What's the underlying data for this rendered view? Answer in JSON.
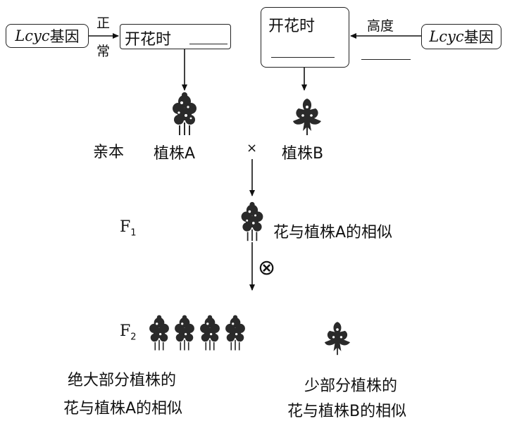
{
  "top_left": {
    "gene_label_italic": "Lcyc",
    "gene_label_suffix": "基因",
    "arrow_label_1": "正",
    "arrow_label_2": "常",
    "flower_box": "开花时"
  },
  "top_right": {
    "gene_label_italic": "Lcyc",
    "gene_label_suffix": "基因",
    "arrow_label": "高度",
    "flower_box": "开花时"
  },
  "parents": {
    "label": "亲本",
    "plant_a": "植株A",
    "cross_symbol": "×",
    "plant_b": "植株B"
  },
  "f1": {
    "label_main": "F",
    "label_sub": "1",
    "description": "花与植株A的相似",
    "selfing_symbol": "⊗"
  },
  "f2": {
    "label_main": "F",
    "label_sub": "2",
    "majority_line1": "绝大部分植株的",
    "majority_line2": "花与植株A的相似",
    "minority_line1": "少部分植株的",
    "minority_line2": "花与植株B的相似"
  },
  "colors": {
    "ink": "#111111",
    "plant": "#2a2a2a"
  }
}
